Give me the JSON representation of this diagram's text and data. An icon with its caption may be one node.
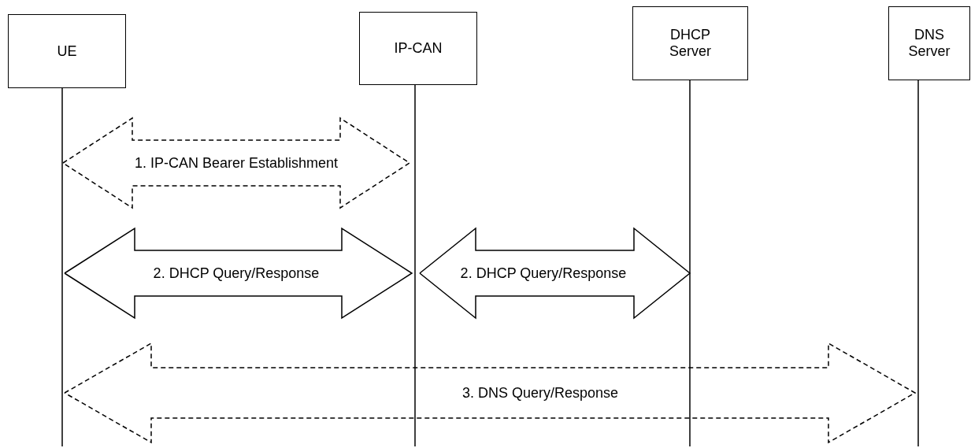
{
  "diagram": {
    "nodes": [
      {
        "text": [
          "UE"
        ]
      },
      {
        "text": [
          "IP-CAN"
        ]
      },
      {
        "text": [
          "DHCP Server"
        ]
      },
      {
        "text": [
          "DNS Server"
        ]
      }
    ],
    "edges": [
      {
        "from": 0,
        "to": 1,
        "arrow": "both",
        "style": "dashed",
        "label": "1. IP-CAN Bearer Establishment"
      },
      {
        "from": 0,
        "to": 1,
        "arrow": "both",
        "label": "2. DHCP Query/Response"
      },
      {
        "from": 1,
        "to": 2,
        "arrow": "both",
        "label": "2. DHCP Query/Response"
      },
      {
        "from": 0,
        "to": 3,
        "arrow": "both",
        "style": "dashed",
        "label": "3. DNS Query/Response"
      }
    ]
  }
}
